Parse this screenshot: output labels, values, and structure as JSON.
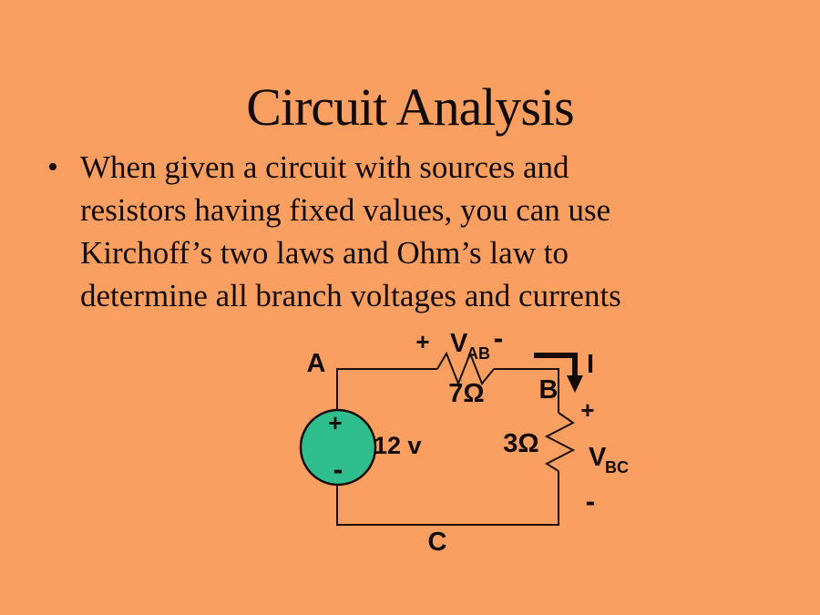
{
  "slide": {
    "background_color": "#F99F62",
    "text_color": "#140a04",
    "title": "Circuit Analysis",
    "bullet": {
      "marker": "•",
      "lines": [
        "When given a circuit with sources and",
        "resistors having fixed values, you can use",
        "Kirchoff’s two laws and Ohm’s law to",
        "determine all branch voltages and currents"
      ]
    }
  },
  "circuit": {
    "wire_color": "#1b0f06",
    "source_color": "#2FBE8E",
    "node_a": "A",
    "node_b": "B",
    "node_c": "C",
    "current_label": "I",
    "source_voltage": "12 v",
    "source_plus": "+",
    "source_minus": "-",
    "r1_value": "7Ω",
    "r2_value": "3Ω",
    "vab": {
      "v": "V",
      "sub": "AB",
      "plus": "+",
      "minus": "-"
    },
    "vbc": {
      "v": "V",
      "sub": "BC",
      "plus": "+",
      "minus": "-"
    }
  }
}
